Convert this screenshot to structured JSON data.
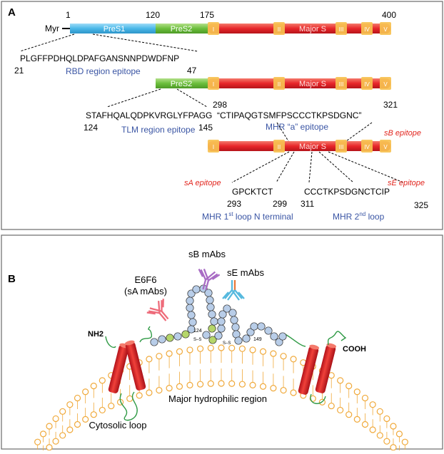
{
  "panel_a": {
    "label": "A",
    "myr": "Myr",
    "pos_1": "1",
    "pos_120": "120",
    "pos_175": "175",
    "pos_400": "400",
    "preS1": "PreS1",
    "preS2": "PreS2",
    "major_s": "Major S",
    "tm_labels": [
      "I",
      "II",
      "III",
      "IV",
      "V"
    ],
    "rbd_seq": "PLGFFPDHQLDPAFGANSNNPDWDFNP",
    "rbd_start": "21",
    "rbd_end": "47",
    "rbd_label": "RBD region epitope",
    "tlm_seq": "STAFHQALQDPKVRGLYFPAGG",
    "tlm_start": "124",
    "tlm_end": "145",
    "tlm_label": "TLM region epitope",
    "mhr_seq": "“CTIPAQGTSMFPSCCCTKPSDGNC”",
    "mhr_start": "298",
    "mhr_end": "321",
    "mhr_label": "MHR “a” epitope",
    "sb_epitope": "sB epitope",
    "sa_epitope": "sA epitope",
    "se_epitope": "sE epitope",
    "sa_seq": "GPCKTCT",
    "sa_start": "293",
    "sa_end": "299",
    "se_seq": "CCCTKPSDGNCTCIP",
    "se_start": "311",
    "se_end": "325",
    "loop1_pre": "MHR 1",
    "loop1_sup": "st",
    "loop1_post": " loop N terminal",
    "loop2_pre": "MHR 2",
    "loop2_sup": "nd",
    "loop2_post": " loop"
  },
  "panel_b": {
    "label": "B",
    "sb_mabs": "sB mAbs",
    "se_mabs": "sE mAbs",
    "e6f6": "E6F6",
    "sa_mabs": "(sA mAbs)",
    "nh2": "NH2",
    "cooh": "COOH",
    "region": "Major hydrophilic region",
    "cytosolic": "Cytosolic loop",
    "pos_124": "124",
    "pos_149": "149",
    "ss": "S–S"
  },
  "colors": {
    "pres1": "#4ab8e8",
    "pres2": "#6cbf3c",
    "major_s": "#e8262a",
    "tm_box": "#f7c150",
    "epitope_blue": "#3a55a4",
    "epitope_red": "#e2261f",
    "membrane": "#f0a93a",
    "bead": "#b8cde8",
    "bead_green": "#b5d66a"
  }
}
